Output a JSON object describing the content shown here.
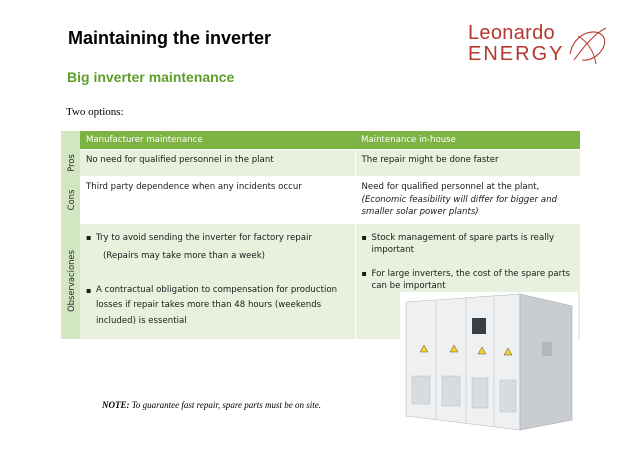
{
  "header": {
    "title": "Maintaining the inverter",
    "subtitle": "Big inverter maintenance"
  },
  "logo": {
    "line1": "Leonardo",
    "line2": "ENERGY"
  },
  "intro": "Two options:",
  "table": {
    "headers": [
      "Manufacturer maintenance",
      "Maintenance in-house"
    ],
    "rows": {
      "pros": {
        "label": "Pros",
        "manufacturer": "No need for qualified personnel in the plant",
        "inhouse": "The repair might be done faster"
      },
      "cons": {
        "label": "Cons",
        "manufacturer": "Third party dependence when any incidents occur",
        "inhouse_main": "Need for qualified personnel at the plant,",
        "inhouse_italic": "(Economic feasibility will differ for bigger and smaller solar power plants)"
      },
      "obs": {
        "label": "Observaciones",
        "manufacturer_b1": "Try to avoid sending the inverter for factory repair",
        "manufacturer_sub": "(Repairs may take more than a week)",
        "manufacturer_b2": "A contractual obligation to compensation for production losses if repair takes more than 48 hours (weekends included) is essential",
        "inhouse_b1": "Stock management of spare parts is really important",
        "inhouse_b2": "For large inverters, the cost of the spare parts can be important"
      }
    }
  },
  "note": {
    "label": "NOTE:",
    "text": "To guarantee fast repair, spare parts must be on site."
  },
  "colors": {
    "accent_green": "#7cb342",
    "subtitle_green": "#5e9e2a",
    "logo_red": "#b5372e"
  },
  "image": {
    "icon": "inverter-cabinet-photo"
  }
}
